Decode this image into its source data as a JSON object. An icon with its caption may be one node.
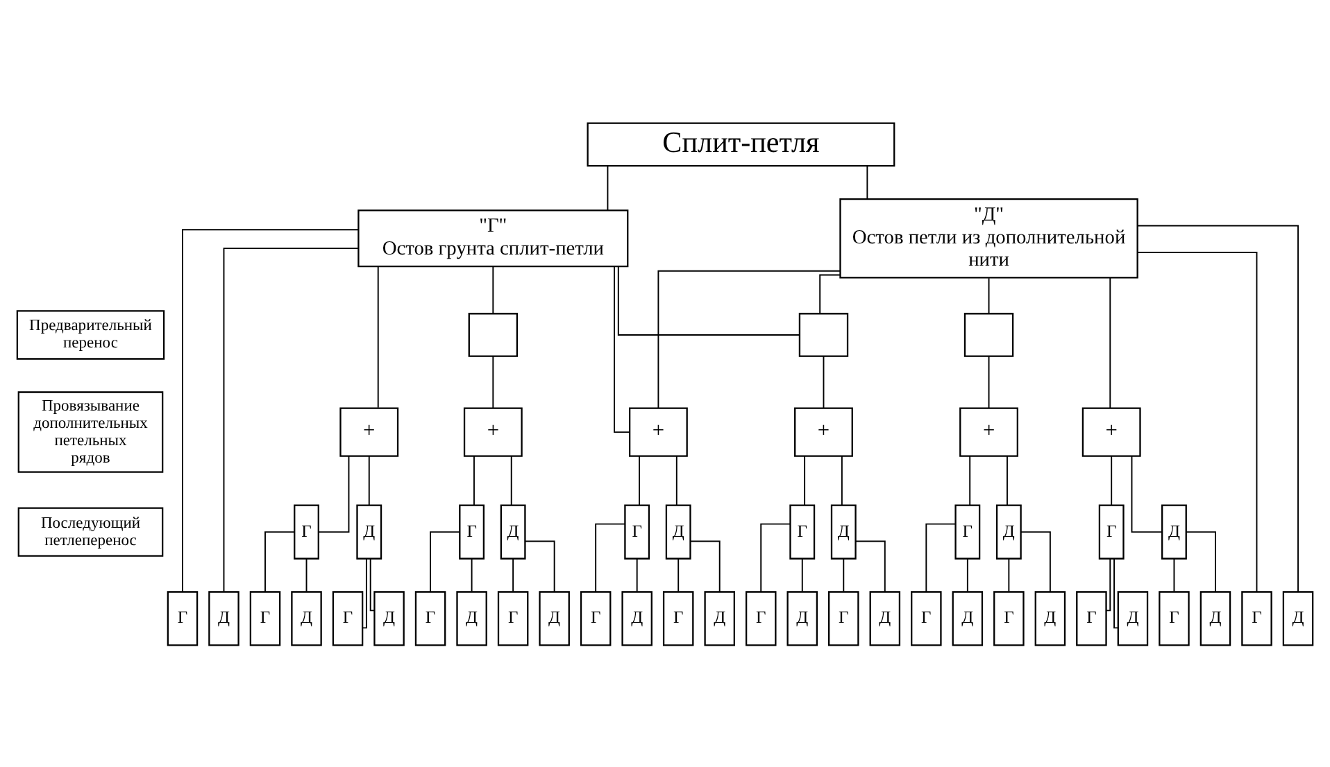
{
  "diagram": {
    "nodes": [
      {
        "text": [
          "Сплит-петля"
        ]
      },
      {
        "text": [
          "\"Г\"",
          "Остов грунта сплит-петли"
        ]
      },
      {
        "text": [
          "\"Д\"",
          "Остов петли из дополнительной нити"
        ]
      },
      {
        "text": [
          "Предварительный перенос"
        ]
      },
      {
        "text": [
          "Провязывание дополнительных петельных рядов"
        ]
      },
      {
        "text": [
          "Последующий петлеперенос"
        ]
      },
      {
        "text": [],
        "shape": "box"
      },
      {
        "text": [],
        "shape": "box"
      },
      {
        "text": [],
        "shape": "box"
      },
      {
        "text": [
          "+"
        ]
      },
      {
        "text": [
          "+"
        ]
      },
      {
        "text": [
          "+"
        ]
      },
      {
        "text": [
          "+"
        ]
      },
      {
        "text": [
          "+"
        ]
      },
      {
        "text": [
          "+"
        ]
      },
      {
        "text": [
          "Г"
        ]
      },
      {
        "text": [
          "Д"
        ]
      },
      {
        "text": [
          "Г"
        ]
      },
      {
        "text": [
          "Д"
        ]
      },
      {
        "text": [
          "Г"
        ]
      },
      {
        "text": [
          "Д"
        ]
      },
      {
        "text": [
          "Г"
        ]
      },
      {
        "text": [
          "Д"
        ]
      },
      {
        "text": [
          "Г"
        ]
      },
      {
        "text": [
          "Д"
        ]
      },
      {
        "text": [
          "Г"
        ]
      },
      {
        "text": [
          "Д"
        ]
      },
      {
        "text": [
          "Г"
        ]
      },
      {
        "text": [
          "Д"
        ]
      },
      {
        "text": [
          "Г"
        ]
      },
      {
        "text": [
          "Д"
        ]
      },
      {
        "text": [
          "Г"
        ]
      },
      {
        "text": [
          "Д"
        ]
      },
      {
        "text": [
          "Г"
        ]
      },
      {
        "text": [
          "Д"
        ]
      },
      {
        "text": [
          "Г"
        ]
      },
      {
        "text": [
          "Д"
        ]
      },
      {
        "text": [
          "Г"
        ]
      },
      {
        "text": [
          "Д"
        ]
      },
      {
        "text": [
          "Г"
        ]
      },
      {
        "text": [
          "Д"
        ]
      },
      {
        "text": [
          "Г"
        ]
      },
      {
        "text": [
          "Д"
        ]
      },
      {
        "text": [
          "Г"
        ]
      },
      {
        "text": [
          "Д"
        ]
      },
      {
        "text": [
          "Г"
        ]
      },
      {
        "text": [
          "Д"
        ]
      },
      {
        "text": [
          "Г"
        ]
      },
      {
        "text": [
          "Д"
        ]
      },
      {
        "text": [
          "Г"
        ]
      },
      {
        "text": [
          "Д"
        ]
      },
      {
        "text": [
          "Г"
        ]
      },
      {
        "text": [
          "Д"
        ]
      },
      {
        "text": [
          "Г"
        ]
      },
      {
        "text": [
          "Д"
        ]
      }
    ],
    "edges": [
      {
        "from": 0,
        "to": 1,
        "arrow": "none"
      },
      {
        "from": 0,
        "to": 2,
        "arrow": "none"
      },
      {
        "from": 1,
        "to": 27,
        "arrow": "none"
      },
      {
        "from": 1,
        "to": 28,
        "arrow": "none"
      },
      {
        "from": 1,
        "to": 9,
        "arrow": "none"
      },
      {
        "from": 1,
        "to": 6,
        "arrow": "none"
      },
      {
        "from": 6,
        "to": 10,
        "arrow": "none"
      },
      {
        "from": 1,
        "to": 11,
        "arrow": "none"
      },
      {
        "from": 2,
        "to": 11,
        "arrow": "none"
      },
      {
        "from": 1,
        "to": 7,
        "arrow": "none"
      },
      {
        "from": 2,
        "to": 7,
        "arrow": "none"
      },
      {
        "from": 7,
        "to": 12,
        "arrow": "none"
      },
      {
        "from": 2,
        "to": 8,
        "arrow": "none"
      },
      {
        "from": 8,
        "to": 13,
        "arrow": "none"
      },
      {
        "from": 2,
        "to": 14,
        "arrow": "none"
      },
      {
        "from": 9,
        "to": 15,
        "arrow": "none"
      },
      {
        "from": 9,
        "to": 16,
        "arrow": "none"
      },
      {
        "from": 10,
        "to": 17,
        "arrow": "none"
      },
      {
        "from": 10,
        "to": 18,
        "arrow": "none"
      },
      {
        "from": 11,
        "to": 19,
        "arrow": "none"
      },
      {
        "from": 11,
        "to": 20,
        "arrow": "none"
      },
      {
        "from": 12,
        "to": 21,
        "arrow": "none"
      },
      {
        "from": 12,
        "to": 22,
        "arrow": "none"
      },
      {
        "from": 13,
        "to": 23,
        "arrow": "none"
      },
      {
        "from": 13,
        "to": 24,
        "arrow": "none"
      },
      {
        "from": 14,
        "to": 25,
        "arrow": "none"
      },
      {
        "from": 14,
        "to": 26,
        "arrow": "none"
      },
      {
        "from": 15,
        "to": 29,
        "arrow": "none"
      },
      {
        "from": 15,
        "to": 30,
        "arrow": "none"
      },
      {
        "from": 16,
        "to": 31,
        "arrow": "none"
      },
      {
        "from": 16,
        "to": 32,
        "arrow": "none"
      },
      {
        "from": 17,
        "to": 33,
        "arrow": "none"
      },
      {
        "from": 17,
        "to": 34,
        "arrow": "none"
      },
      {
        "from": 18,
        "to": 35,
        "arrow": "none"
      },
      {
        "from": 18,
        "to": 36,
        "arrow": "none"
      },
      {
        "from": 19,
        "to": 37,
        "arrow": "none"
      },
      {
        "from": 19,
        "to": 38,
        "arrow": "none"
      },
      {
        "from": 20,
        "to": 39,
        "arrow": "none"
      },
      {
        "from": 20,
        "to": 40,
        "arrow": "none"
      },
      {
        "from": 21,
        "to": 41,
        "arrow": "none"
      },
      {
        "from": 21,
        "to": 42,
        "arrow": "none"
      },
      {
        "from": 22,
        "to": 43,
        "arrow": "none"
      },
      {
        "from": 22,
        "to": 44,
        "arrow": "none"
      },
      {
        "from": 23,
        "to": 45,
        "arrow": "none"
      },
      {
        "from": 23,
        "to": 46,
        "arrow": "none"
      },
      {
        "from": 24,
        "to": 47,
        "arrow": "none"
      },
      {
        "from": 24,
        "to": 48,
        "arrow": "none"
      },
      {
        "from": 25,
        "to": 49,
        "arrow": "none"
      },
      {
        "from": 25,
        "to": 50,
        "arrow": "none"
      },
      {
        "from": 26,
        "to": 51,
        "arrow": "none"
      },
      {
        "from": 26,
        "to": 52,
        "arrow": "none"
      },
      {
        "from": 2,
        "to": 53,
        "arrow": "none"
      },
      {
        "from": 2,
        "to": 54,
        "arrow": "none"
      }
    ]
  }
}
